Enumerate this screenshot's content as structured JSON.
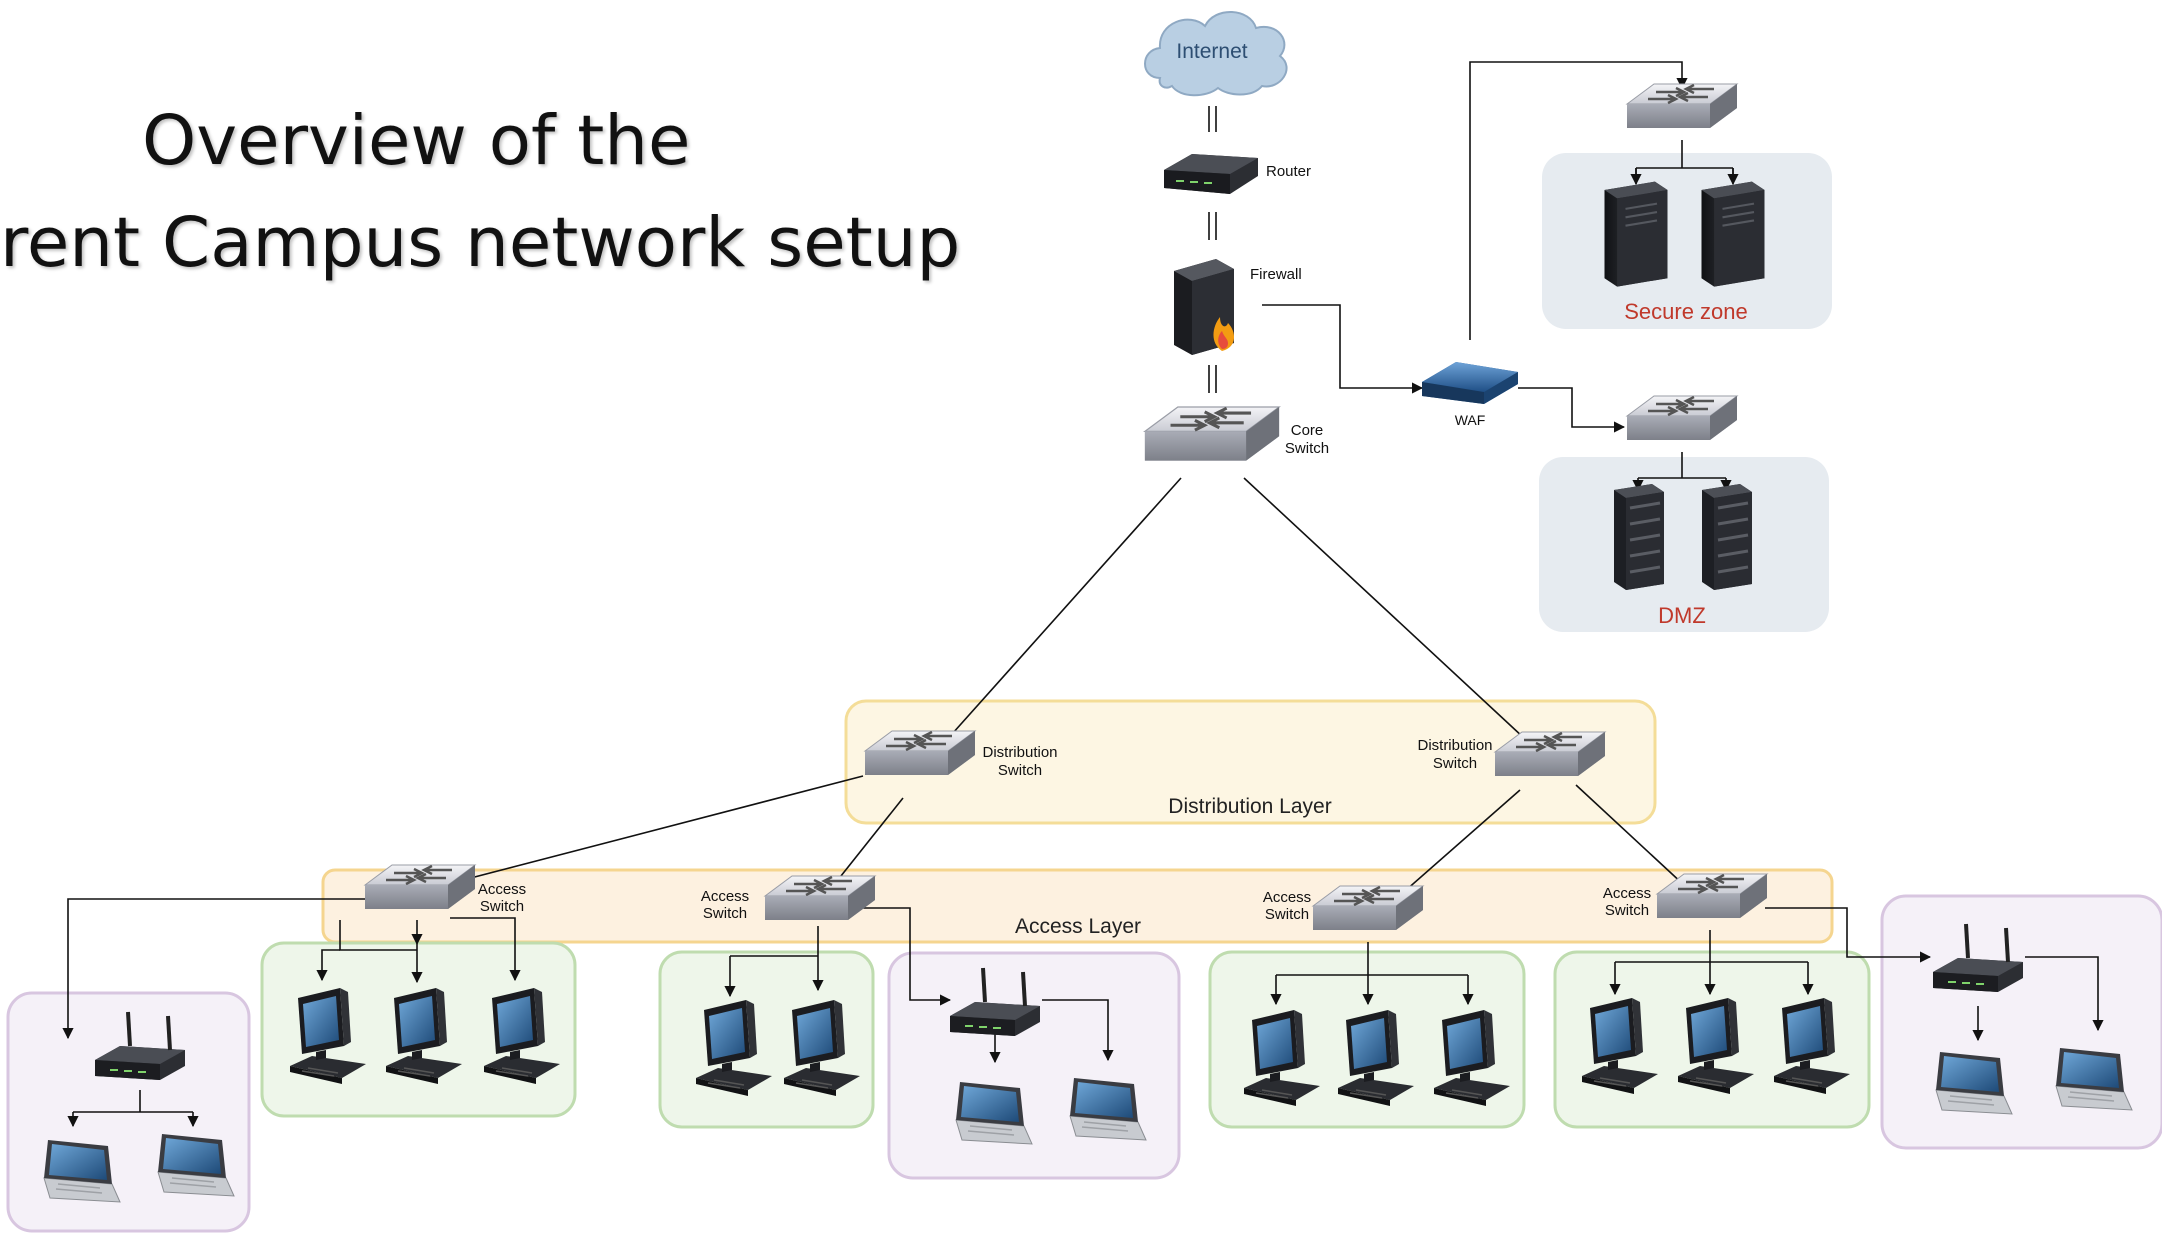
{
  "title": {
    "line1": "Overview of the",
    "line2": "rent Campus network setup"
  },
  "labels": {
    "internet": "Internet",
    "router": "Router",
    "firewall": "Firewall",
    "core_switch_l1": "Core",
    "core_switch_l2": "Switch",
    "waf": "WAF",
    "secure_zone": "Secure zone",
    "dmz": "DMZ",
    "distribution_layer": "Distribution Layer",
    "access_layer": "Access Layer",
    "distribution_l1": "Distribution",
    "access_l1": "Access",
    "switch": "Switch"
  },
  "colors": {
    "cloud": "#b9cfe3",
    "zone_bg": "#e6ebf0",
    "zone_text": "#c0392b",
    "distribution_fill": "#fdf6e3",
    "distribution_stroke": "#f4dd98",
    "access_fill": "#fdf1e0",
    "access_stroke": "#f5d58f",
    "pc_group_fill": "#eef6ea",
    "pc_group_stroke": "#bfdcaf",
    "wifi_group_fill": "#f5f1f8",
    "wifi_group_stroke": "#d8c6e0"
  }
}
